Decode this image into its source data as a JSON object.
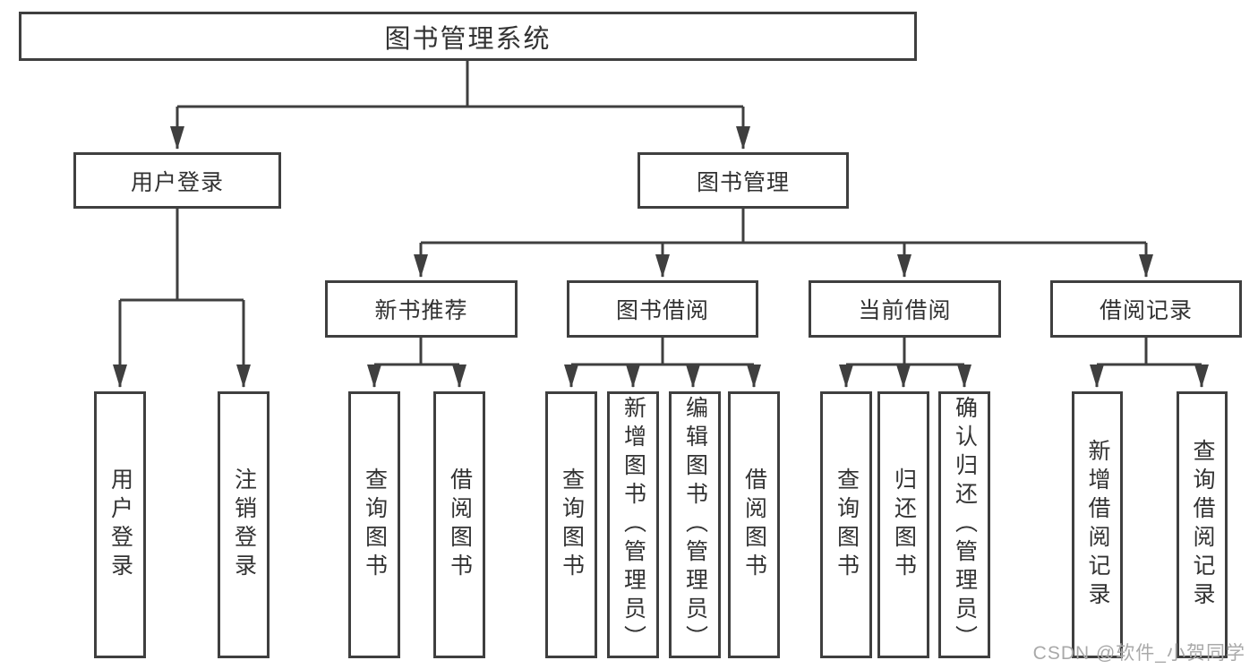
{
  "colors": {
    "line": "#3f3f3f",
    "text": "#323232",
    "box_fill": "#ffffff",
    "watermark": "#a9a9a9",
    "background": "#ffffff"
  },
  "watermark": {
    "text": "CSDN @软件_小贺同学"
  },
  "diagram": {
    "root": {
      "label": "图书管理系统"
    },
    "branches": [
      {
        "label": "用户登录",
        "children": [
          {
            "label": "用户登录"
          },
          {
            "label": "注销登录"
          }
        ]
      },
      {
        "label": "图书管理",
        "children": [
          {
            "label": "新书推荐",
            "children": [
              {
                "label": "查询图书"
              },
              {
                "label": "借阅图书"
              }
            ]
          },
          {
            "label": "图书借阅",
            "children": [
              {
                "label": "查询图书"
              },
              {
                "label": "新增图书（管理员）"
              },
              {
                "label": "编辑图书（管理员）"
              },
              {
                "label": "借阅图书"
              }
            ]
          },
          {
            "label": "当前借阅",
            "children": [
              {
                "label": "查询图书"
              },
              {
                "label": "归还图书"
              },
              {
                "label": "确认归还（管理员）"
              }
            ]
          },
          {
            "label": "借阅记录",
            "children": [
              {
                "label": "新增借阅记录"
              },
              {
                "label": "查询借阅记录"
              }
            ]
          }
        ]
      }
    ]
  }
}
